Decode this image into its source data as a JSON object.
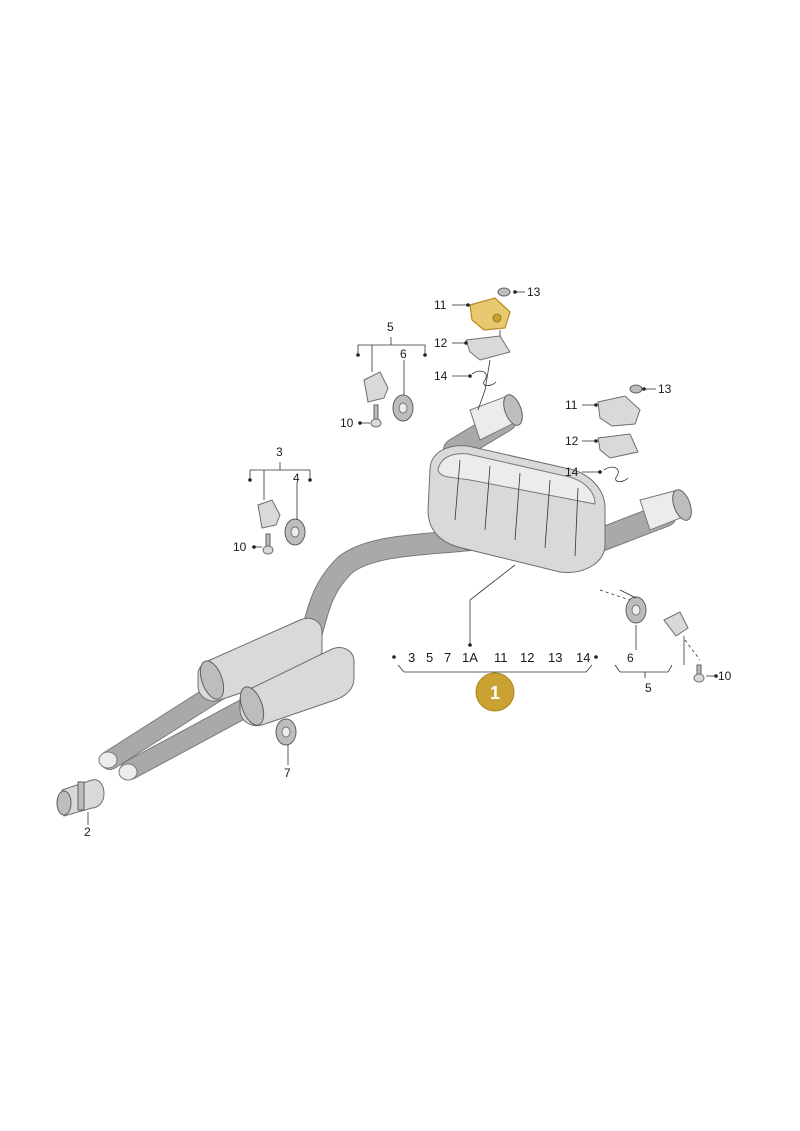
{
  "callouts": {
    "c2": "2",
    "c3": "3",
    "c4": "4",
    "c5_left": "5",
    "c6_left": "6",
    "c7": "7",
    "c10_left_a": "10",
    "c10_left_b": "10",
    "c11_top": "11",
    "c12_top": "12",
    "c13_top": "13",
    "c14_top": "14",
    "c11_right": "11",
    "c12_right": "12",
    "c13_right": "13",
    "c14_right": "14",
    "c6_right": "6",
    "c5_right": "5",
    "c10_right": "10"
  },
  "assembly_list": [
    "3",
    "5",
    "7",
    "1A",
    "11",
    "12",
    "13",
    "14"
  ],
  "badge": {
    "label": "1",
    "color": "#c9a233"
  },
  "highlight_color": "#e8c870"
}
